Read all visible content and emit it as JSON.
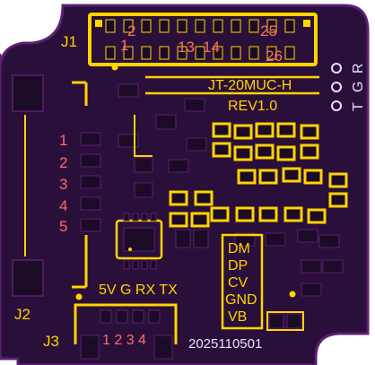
{
  "colors": {
    "board": "#2a0f3a",
    "outline": "#5b1f73",
    "silk": "#ffd400",
    "pad": "#1c0b27",
    "pin_label": "#ff6b6b",
    "white_silk": "#e8e0ff"
  },
  "board": {
    "part_number": "JT-20MUC-H",
    "revision": "REV1.0",
    "date_code": "2025110501"
  },
  "j1": {
    "ref": "J1",
    "pins_top": [
      "2",
      "25"
    ],
    "pins_bottom_left": [
      "1"
    ],
    "pins_mid": [
      "13",
      "14"
    ],
    "pins_right": [
      "26"
    ]
  },
  "j2": {
    "ref": "J2",
    "pins": [
      "1",
      "2",
      "3",
      "4",
      "5"
    ]
  },
  "j3": {
    "ref": "J3",
    "pins_label": "1 2 3 4",
    "signals": "5V G RX TX"
  },
  "usb_labels": [
    "DM",
    "DP",
    "CV",
    "GND",
    "VB"
  ],
  "grt_labels": [
    "G",
    "R",
    "T"
  ]
}
